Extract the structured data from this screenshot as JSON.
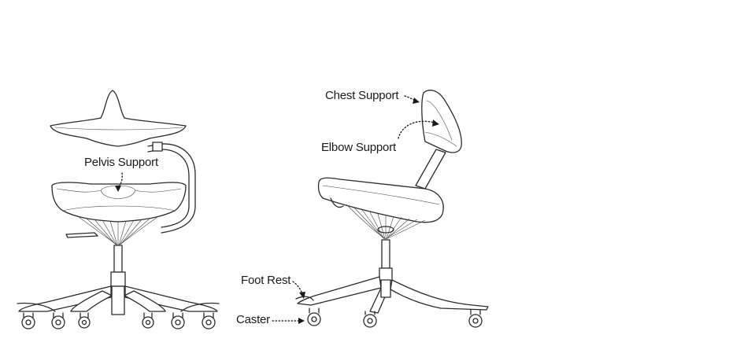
{
  "labels": {
    "pelvis_support": "Pelvis Support",
    "chest_support": "Chest Support",
    "elbow_support": "Elbow Support",
    "foot_rest": "Foot Rest",
    "caster": "Caster"
  },
  "colors": {
    "line": "#2b2b2b",
    "background": "#ffffff",
    "text": "#1a1a1a"
  }
}
